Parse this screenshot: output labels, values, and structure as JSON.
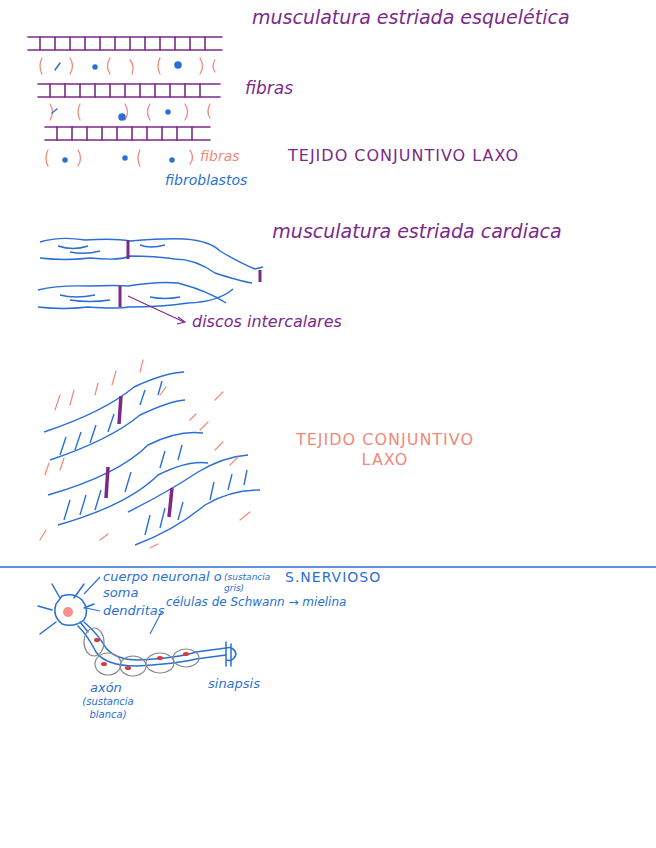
{
  "diagram": {
    "labels": [
      "musculatura estriada esquelética",
      "fibras",
      "fibras",
      "TEJIDO CONJUNTIVO LAXO",
      "fibroblastos",
      "musculatura estriada cardiaca",
      "discos intercalares",
      "TEJIDO CONJUNTIVO LAXO",
      "S.NERVIOSO",
      "cuerpo neuronal o soma",
      "(sustancia gris)",
      "dendritas",
      "células de Schwann → mielina",
      "axón",
      "(sustancia blanca)",
      "sinapsis"
    ]
  }
}
